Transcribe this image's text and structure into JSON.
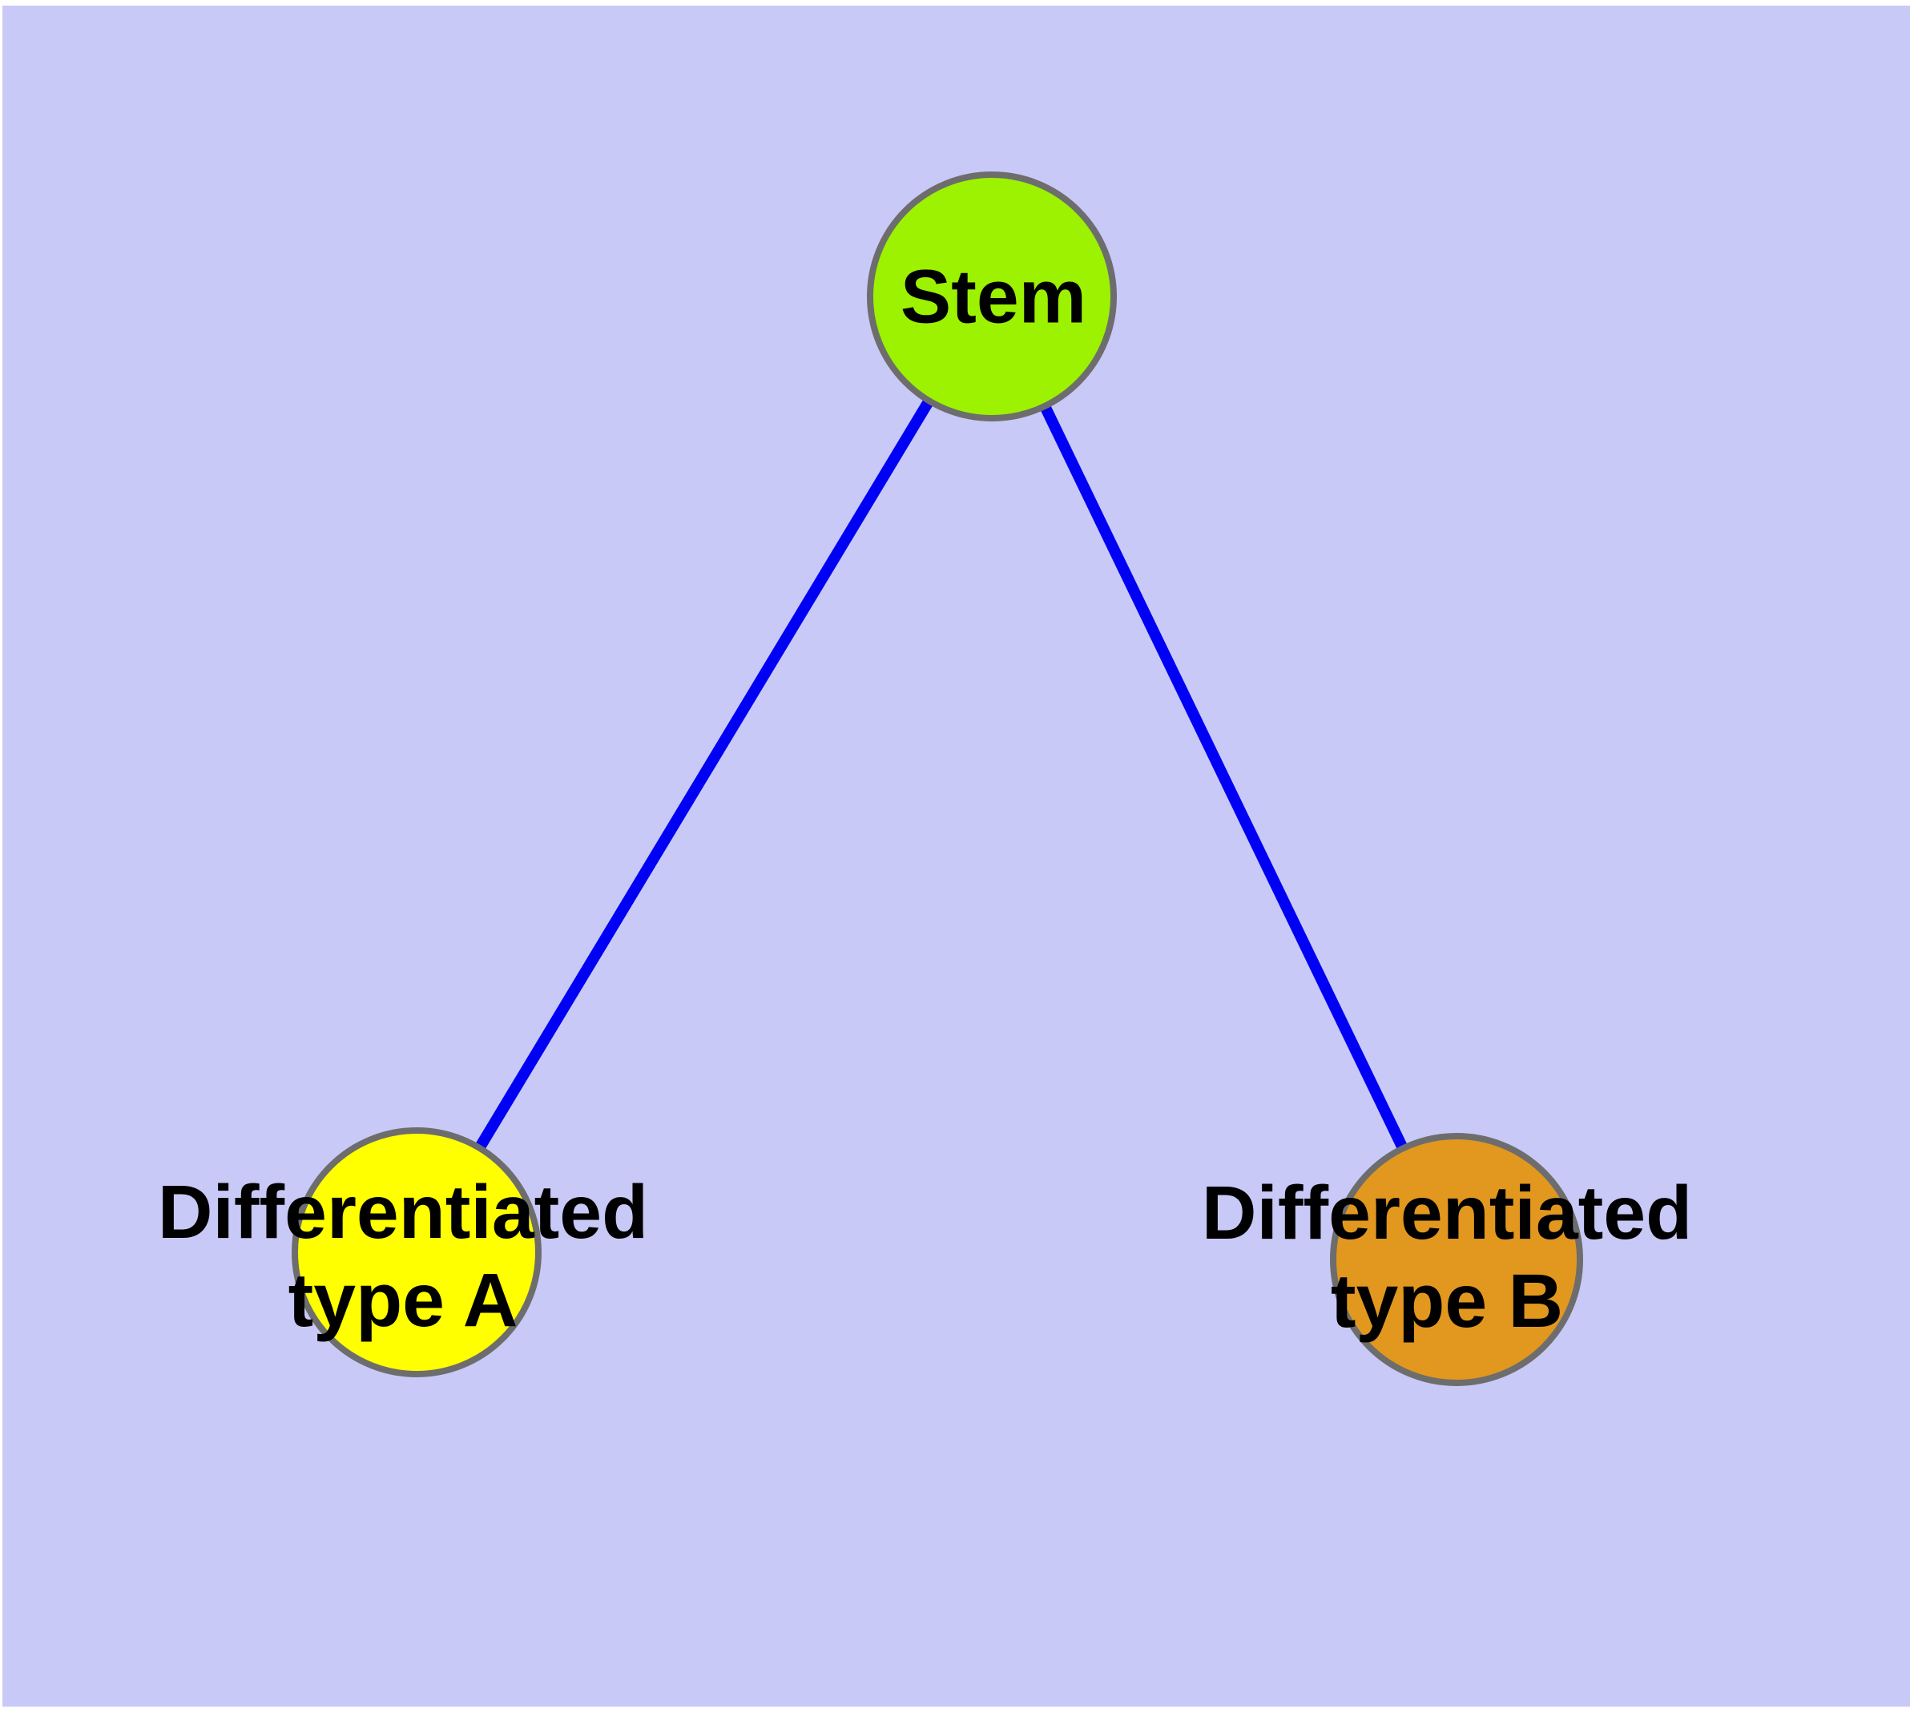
{
  "diagram": {
    "background_color": "#c9c9f7",
    "node_border_color": "#6d6d6d",
    "edge_color": "#0000f5",
    "nodes": {
      "stem": {
        "label": "Stem",
        "fill": "#9cf201"
      },
      "type_a": {
        "label_line1": "Differentiated",
        "label_line2": "type A",
        "fill": "#ffff00"
      },
      "type_b": {
        "label_line1": "Differentiated",
        "label_line2": "type B",
        "fill": "#e2971f"
      }
    },
    "edges": [
      {
        "from": "Stem",
        "to": "Differentiated type A"
      },
      {
        "from": "Stem",
        "to": "Differentiated type B"
      }
    ]
  }
}
